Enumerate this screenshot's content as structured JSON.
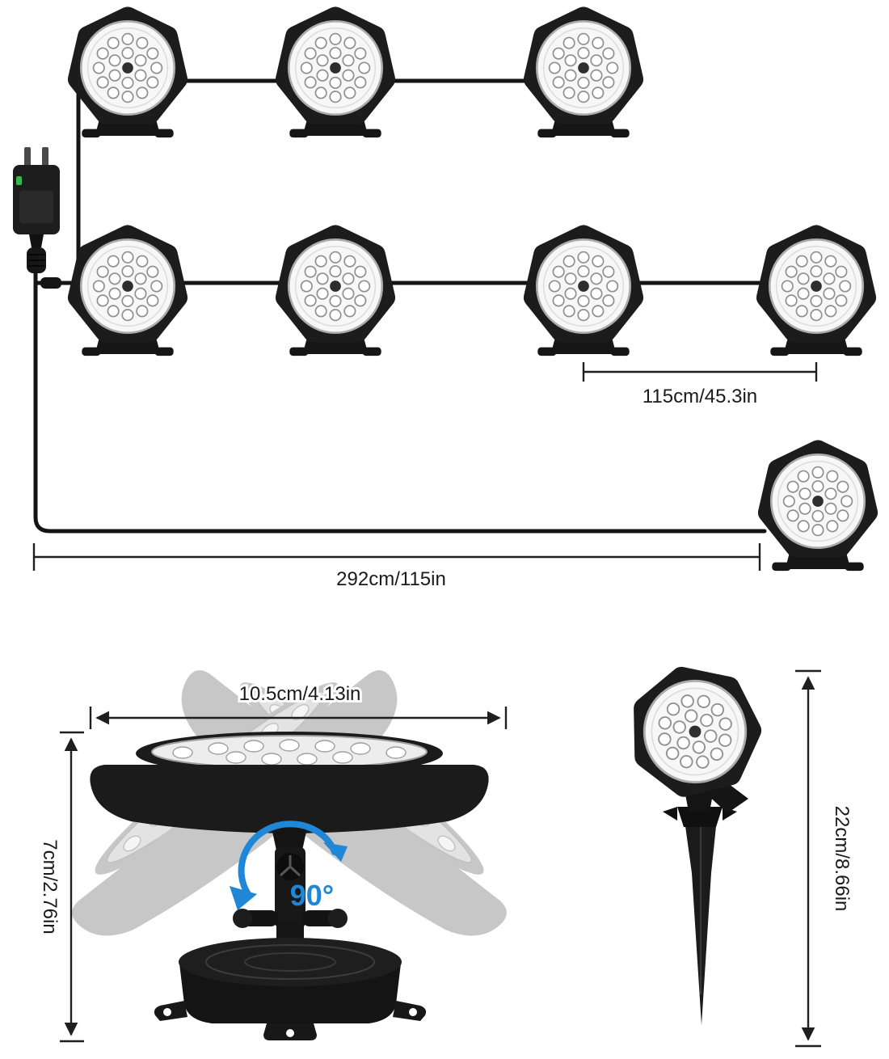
{
  "page": {
    "background": "#ffffff"
  },
  "product": {
    "description": "LED pond/garden spotlight string dimension diagram",
    "lights_top_row": 3,
    "lights_middle_row": 4,
    "lights_detached": 1,
    "leds_per_light": 18
  },
  "labels": {
    "spacing": "115cm/45.3in",
    "total_length": "292cm/115in",
    "head_width": "10.5cm/4.13in",
    "head_height": "7cm/2.76in",
    "stake_height": "22cm/8.66in",
    "rotation_angle": "90°"
  },
  "colors": {
    "housing_black": "#1c1c1c",
    "face_white": "#f7f7f7",
    "ghost_gray": "#c7c7c7",
    "accent_blue": "#2086d6",
    "dimension_text": "#1a1a1a",
    "indicator_green": "#39b54a"
  }
}
